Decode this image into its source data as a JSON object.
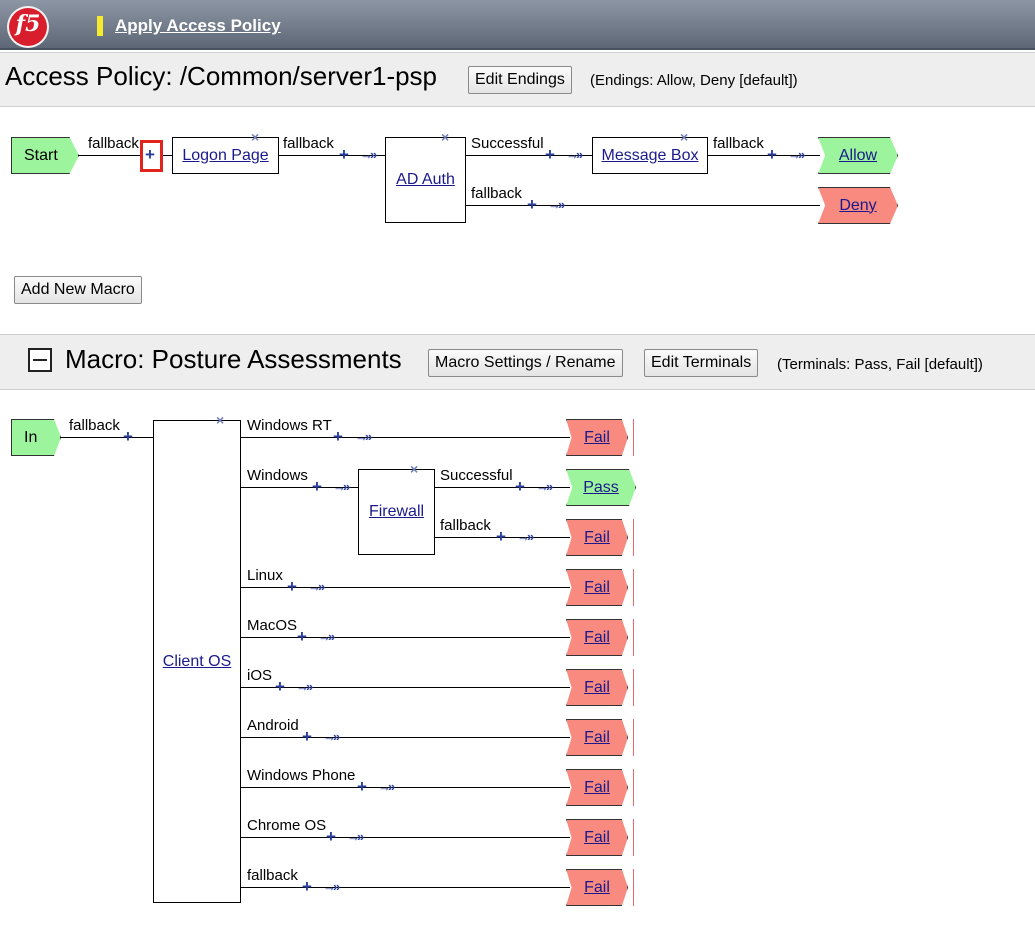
{
  "header": {
    "logo_text": "f5",
    "apply_link": "Apply Access Policy"
  },
  "policy": {
    "title": "Access Policy: /Common/server1-psp",
    "edit_endings": "Edit Endings",
    "endings_note": "(Endings: Allow, Deny [default])",
    "start_label": "Start",
    "logon_page": "Logon Page",
    "ad_auth": "AD Auth",
    "message_box": "Message Box",
    "allow": "Allow",
    "deny": "Deny",
    "branch_fallback": "fallback",
    "branch_successful": "Successful",
    "add_macro": "Add New Macro"
  },
  "macro": {
    "title": "Macro: Posture Assessments",
    "settings_button": "Macro Settings / Rename",
    "edit_terminals": "Edit Terminals",
    "terminals_note": "(Terminals: Pass, Fail [default])",
    "in_label": "In",
    "client_os": "Client OS",
    "firewall": "Firewall",
    "pass": "Pass",
    "fail": "Fail",
    "fallback": "fallback",
    "successful": "Successful",
    "branches": [
      "Windows RT",
      "Windows",
      "Linux",
      "MacOS",
      "iOS",
      "Android",
      "Windows Phone",
      "Chrome OS",
      "fallback"
    ]
  },
  "icons": {
    "add": "plus-icon",
    "connect": "double-arrow-icon",
    "delete": "x-icon",
    "collapse": "minus-box-icon"
  },
  "colors": {
    "start_green": "#9cf59c",
    "fail_red": "#f88a80",
    "link_blue": "#1a1a8c",
    "highlight_red": "#e0241b"
  }
}
